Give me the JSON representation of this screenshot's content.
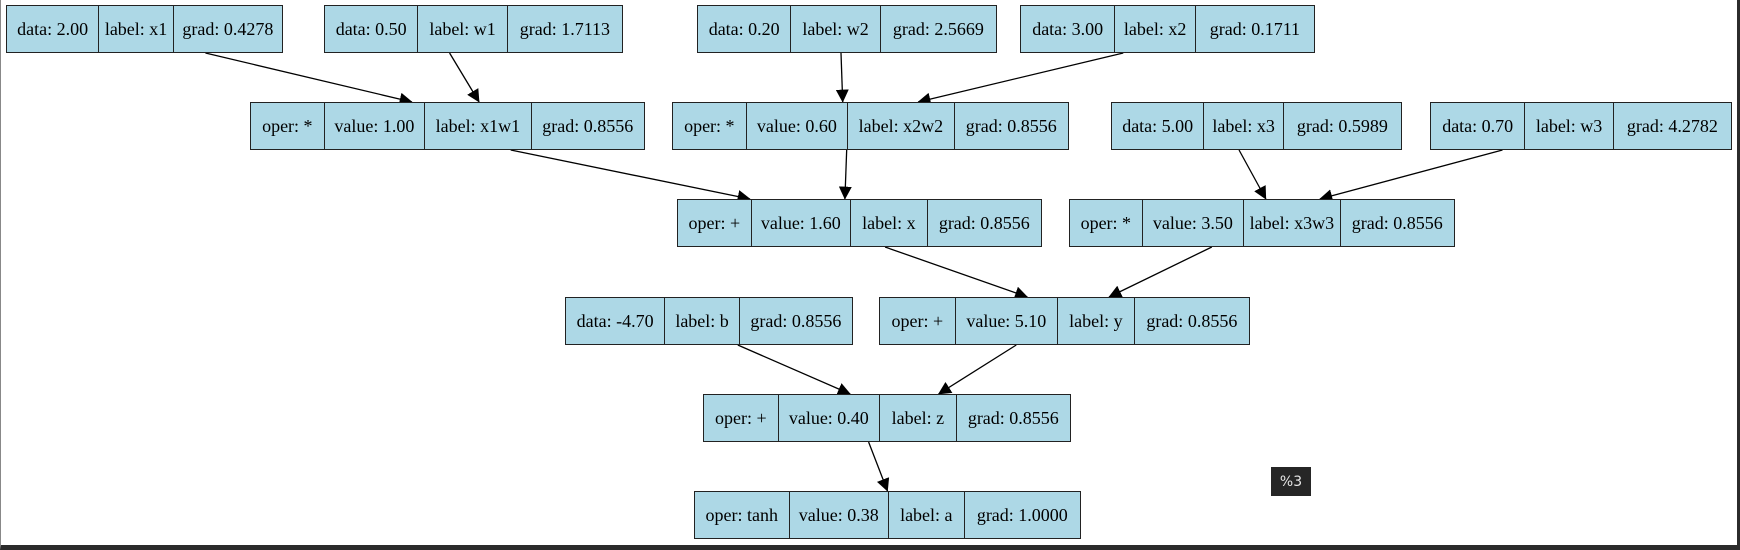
{
  "colors": {
    "node_fill": "#add8e6",
    "node_stroke": "#222222",
    "edge": "#000000",
    "tooltip_bg": "#262626",
    "tooltip_text": "#e6e6e6"
  },
  "nodes": [
    {
      "id": "x1",
      "cells": [
        "data: 2.00",
        "label: x1",
        "grad: 0.4278"
      ]
    },
    {
      "id": "w1",
      "cells": [
        "data: 0.50",
        "label: w1",
        "grad: 1.7113"
      ]
    },
    {
      "id": "w2",
      "cells": [
        "data: 0.20",
        "label: w2",
        "grad: 2.5669"
      ]
    },
    {
      "id": "x2",
      "cells": [
        "data: 3.00",
        "label: x2",
        "grad: 0.1711"
      ]
    },
    {
      "id": "x1w1",
      "cells": [
        "oper: *",
        "value: 1.00",
        "label: x1w1",
        "grad: 0.8556"
      ]
    },
    {
      "id": "x2w2",
      "cells": [
        "oper: *",
        "value: 0.60",
        "label: x2w2",
        "grad: 0.8556"
      ]
    },
    {
      "id": "x3",
      "cells": [
        "data: 5.00",
        "label: x3",
        "grad: 0.5989"
      ]
    },
    {
      "id": "w3",
      "cells": [
        "data: 0.70",
        "label: w3",
        "grad: 4.2782"
      ]
    },
    {
      "id": "x",
      "cells": [
        "oper: +",
        "value: 1.60",
        "label: x",
        "grad: 0.8556"
      ]
    },
    {
      "id": "x3w3",
      "cells": [
        "oper: *",
        "value: 3.50",
        "label: x3w3",
        "grad: 0.8556"
      ]
    },
    {
      "id": "b",
      "cells": [
        "data: -4.70",
        "label: b",
        "grad: 0.8556"
      ]
    },
    {
      "id": "y",
      "cells": [
        "oper: +",
        "value: 5.10",
        "label: y",
        "grad: 0.8556"
      ]
    },
    {
      "id": "z",
      "cells": [
        "oper: +",
        "value: 0.40",
        "label: z",
        "grad: 0.8556"
      ]
    },
    {
      "id": "a",
      "cells": [
        "oper: tanh",
        "value: 0.38",
        "label: a",
        "grad: 1.0000"
      ]
    }
  ],
  "edges": [
    {
      "from": "x1",
      "to": "x1w1"
    },
    {
      "from": "w1",
      "to": "x1w1"
    },
    {
      "from": "w2",
      "to": "x2w2"
    },
    {
      "from": "x2",
      "to": "x2w2"
    },
    {
      "from": "x1w1",
      "to": "x"
    },
    {
      "from": "x2w2",
      "to": "x"
    },
    {
      "from": "x3",
      "to": "x3w3"
    },
    {
      "from": "w3",
      "to": "x3w3"
    },
    {
      "from": "x",
      "to": "y"
    },
    {
      "from": "x3w3",
      "to": "y"
    },
    {
      "from": "b",
      "to": "z"
    },
    {
      "from": "y",
      "to": "z"
    },
    {
      "from": "z",
      "to": "a"
    }
  ],
  "tooltip": {
    "text": "%3"
  }
}
